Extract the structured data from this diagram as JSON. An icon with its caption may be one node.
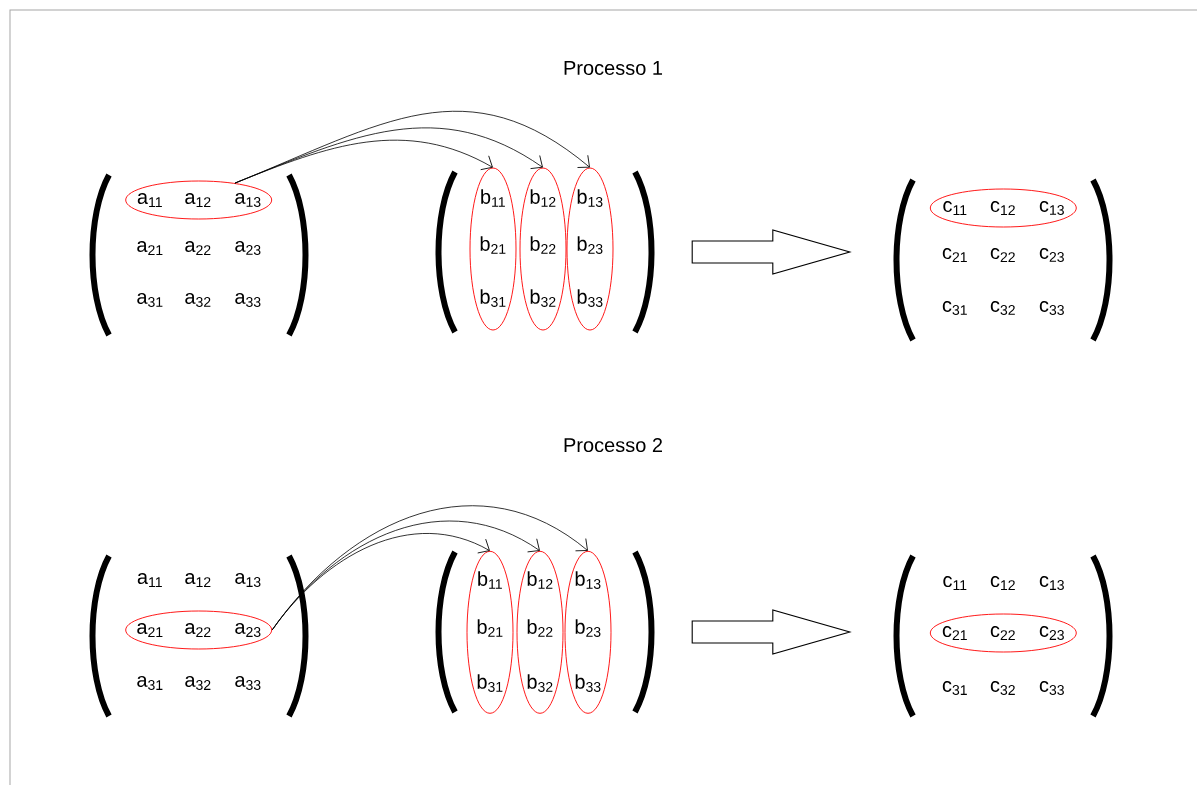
{
  "diagram": {
    "nodes": [
      {
        "text": [
          "a$_{21}$",
          "a$_{22}$",
          "a$_{23}$",
          "a$_{31}$",
          "a$_{32}$",
          "a$_{33}$"
        ]
      },
      {
        "text": [
          "a$_{11}$",
          "a$_{12}$",
          "a$_{13}$"
        ],
        "in": 0
      },
      {
        "text": [],
        "shape": "matrix"
      },
      {
        "text": [
          "b$_{11}$",
          "b$_{21}$",
          "b$_{31}$"
        ],
        "in": 2
      },
      {
        "text": [
          "b$_{12}$",
          "b$_{22}$",
          "b$_{32}$"
        ],
        "in": 2
      },
      {
        "text": [
          "b$_{13}$",
          "b$_{23}$",
          "b$_{33}$"
        ],
        "in": 2
      },
      {
        "text": [
          "c$_{21}$",
          "c$_{22}$",
          "c$_{23}$",
          "c$_{31}$",
          "c$_{32}$",
          "c$_{33}$"
        ]
      },
      {
        "text": [
          "c$_{11}$",
          "c$_{12}$",
          "c$_{13}$"
        ],
        "in": 6
      },
      {
        "text": [
          "a$_{11}$",
          "a$_{12}$",
          "a$_{13}$",
          "a$_{31}$",
          "a$_{32}$",
          "a$_{33}$"
        ]
      },
      {
        "text": [
          "a$_{21}$",
          "a$_{22}$",
          "a$_{23}$"
        ],
        "in": 8
      },
      {
        "text": [],
        "shape": "matrix"
      },
      {
        "text": [
          "b$_{11}$",
          "b$_{21}$",
          "b$_{31}$"
        ],
        "in": 10
      },
      {
        "text": [
          "b$_{12}$",
          "b$_{22}$",
          "b$_{32}$"
        ],
        "in": 10
      },
      {
        "text": [
          "b$_{13}$",
          "b$_{23}$",
          "b$_{33}$"
        ],
        "in": 10
      },
      {
        "text": [
          "c$_{11}$",
          "c$_{12}$",
          "c$_{13}$",
          "c$_{31}$",
          "c$_{32}$",
          "c$_{33}$"
        ]
      },
      {
        "text": [
          "c$_{21}$",
          "c$_{22}$",
          "c$_{23}$"
        ],
        "in": 14
      }
    ],
    "edges": [
      {
        "from": 1,
        "to": 3,
        "arrow": "to"
      },
      {
        "from": 1,
        "to": 4,
        "arrow": "to"
      },
      {
        "from": 1,
        "to": 5,
        "arrow": "to"
      },
      {
        "from": 2,
        "to": 6,
        "arrow": "to",
        "style": "thick"
      },
      {
        "from": 9,
        "to": 11,
        "arrow": "to"
      },
      {
        "from": 9,
        "to": 12,
        "arrow": "to"
      },
      {
        "from": 9,
        "to": 13,
        "arrow": "to"
      },
      {
        "from": 10,
        "to": 14,
        "arrow": "to",
        "style": "thick"
      }
    ],
    "labels": [
      "Processo 1",
      "Processo 2"
    ]
  }
}
